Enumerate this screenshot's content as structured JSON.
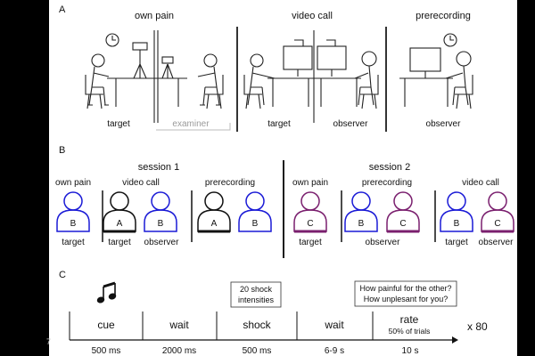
{
  "panels": {
    "a": {
      "letter": "A",
      "headings": [
        "own pain",
        "video call",
        "prerecording"
      ],
      "labels": {
        "own_pain_target": "target",
        "examiner": "examiner",
        "video_target": "target",
        "video_observer": "observer",
        "prerec_observer": "observer"
      }
    },
    "b": {
      "letter": "B",
      "session1": "session 1",
      "session2": "session 2",
      "headings": {
        "s1_own": "own pain",
        "s1_video": "video call",
        "s1_pre": "prerecording",
        "s2_own": "own pain",
        "s2_pre": "prerecording",
        "s2_video": "video call"
      },
      "persons": [
        "B",
        "A",
        "B",
        "A",
        "B",
        "C",
        "B",
        "C",
        "B",
        "C"
      ],
      "role_labels": [
        "target",
        "target",
        "observer",
        "target",
        "observer",
        "target",
        "observer"
      ]
    },
    "c": {
      "letter": "C",
      "shock_box": [
        "20 shock",
        "intensities"
      ],
      "question_box": [
        "How painful for the other?",
        "How unplesant for you?"
      ],
      "steps": [
        "cue",
        "wait",
        "shock",
        "wait",
        "rate"
      ],
      "rate_note": "50% of trials",
      "durations": [
        "500 ms",
        "2000 ms",
        "500 ms",
        "6-9 s",
        "10 s"
      ],
      "repeat": "x 80",
      "margin_mark": "7",
      "note_icon": "music-note-icon"
    }
  },
  "colors": {
    "person_b": "#1a1ad6",
    "person_a": "#111111",
    "person_c": "#7a1f6e"
  }
}
